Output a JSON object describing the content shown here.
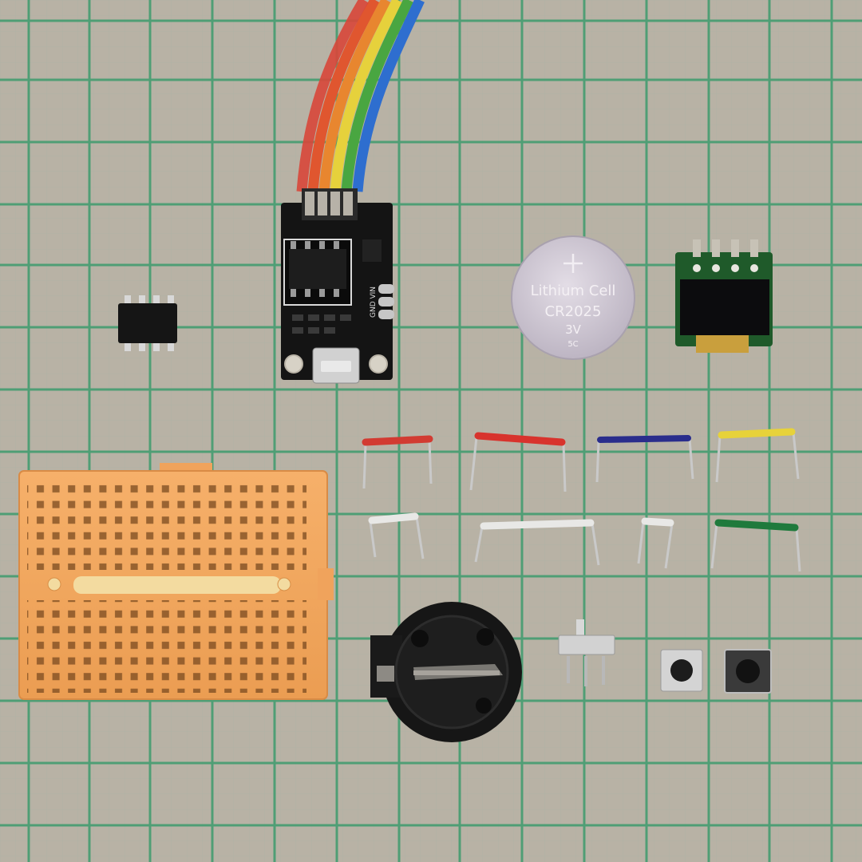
{
  "scene": {
    "description_colors": {
      "mat": "#b9b3a6",
      "grid_major": "#3f9a6e",
      "grid_minor": "#8fb3a0",
      "breadboard": "#f2a65a",
      "pcb": "#141414",
      "oled_pcb": "#1f5a2a",
      "coin_cell": "#cfc8d3",
      "holder": "#151515"
    }
  },
  "coin_cell": {
    "line1": "Lithium Cell",
    "line2": "CR2025",
    "line3": "3V",
    "line4": "5C"
  },
  "programmer_board": {
    "pin_labels": "GND VIN"
  },
  "jumper_wires": [
    {
      "color": "#d23b32"
    },
    {
      "color": "#d8332d"
    },
    {
      "color": "#2a2d8c"
    },
    {
      "color": "#e7d23a"
    },
    {
      "color": "#e8e8e6"
    },
    {
      "color": "#e8e8e6"
    },
    {
      "color": "#e8e8e6"
    },
    {
      "color": "#1f7a3c"
    }
  ]
}
